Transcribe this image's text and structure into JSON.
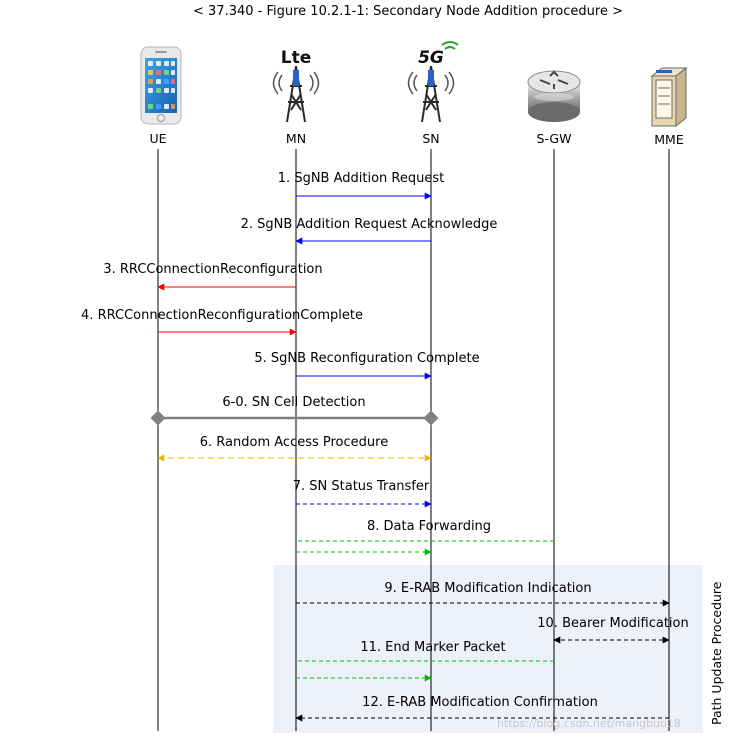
{
  "title": "< 37.340 - Figure 10.2.1-1: Secondary Node Addition procedure >",
  "actors": [
    {
      "id": "ue",
      "name": "UE",
      "icon": "smartphone-icon"
    },
    {
      "id": "mn",
      "name": "MN",
      "icon": "lte-tower-icon",
      "badge": "Lte"
    },
    {
      "id": "sn",
      "name": "SN",
      "icon": "5g-tower-icon",
      "badge": "5G"
    },
    {
      "id": "sgw",
      "name": "S-GW",
      "icon": "router-icon"
    },
    {
      "id": "mme",
      "name": "MME",
      "icon": "server-icon"
    }
  ],
  "messages": [
    {
      "step": "1",
      "label": "1. SgNB Addition Request",
      "from": "mn",
      "to": "sn",
      "style": "solid",
      "color": "#0000ff"
    },
    {
      "step": "2",
      "label": "2. SgNB Addition Request Acknowledge",
      "from": "sn",
      "to": "mn",
      "style": "solid",
      "color": "#0000ff"
    },
    {
      "step": "3",
      "label": "3. RRCConnectionReconfiguration",
      "from": "mn",
      "to": "ue",
      "style": "solid",
      "color": "#ff0000"
    },
    {
      "step": "4",
      "label": "4. RRCConnectionReconfigurationComplete",
      "from": "ue",
      "to": "mn",
      "style": "solid",
      "color": "#ff0000"
    },
    {
      "step": "5",
      "label": "5. SgNB Reconfiguration Complete",
      "from": "mn",
      "to": "sn",
      "style": "solid",
      "color": "#0000ff"
    },
    {
      "step": "6-0",
      "label": "6-0. SN Cell Detection",
      "from": "ue",
      "to": "sn",
      "style": "solid-bidirectional",
      "color": "#808080"
    },
    {
      "step": "6",
      "label": "6. Random Access Procedure",
      "from": "ue",
      "to": "sn",
      "style": "dashed-bidirectional",
      "color": "#f0b400"
    },
    {
      "step": "7",
      "label": "7. SN Status Transfer",
      "from": "mn",
      "to": "sn",
      "style": "dashed",
      "color": "#0000ff"
    },
    {
      "step": "8",
      "label": "8. Data Forwarding",
      "from": "sgw",
      "to": "sn",
      "via": "mn",
      "style": "dashed-forward",
      "color": "#00bb00"
    },
    {
      "step": "9",
      "label": "9. E-RAB Modification Indication",
      "from": "mn",
      "to": "mme",
      "style": "dashed",
      "color": "#000000"
    },
    {
      "step": "10",
      "label": "10. Bearer Modification",
      "from": "sgw",
      "to": "mme",
      "style": "dashed-bidirectional",
      "color": "#000000"
    },
    {
      "step": "11",
      "label": "11. End Marker Packet",
      "from": "sgw",
      "to": "sn",
      "via": "mn",
      "style": "dashed-forward",
      "color": "#00bb00"
    },
    {
      "step": "12",
      "label": "12. E-RAB Modification Confirmation",
      "from": "mme",
      "to": "mn",
      "style": "dashed",
      "color": "#000000"
    }
  ],
  "group": {
    "label": "Path Update Procedure",
    "fill": "#eef0fb"
  },
  "watermark": "https://blog.csdn.net/mangbuo18"
}
